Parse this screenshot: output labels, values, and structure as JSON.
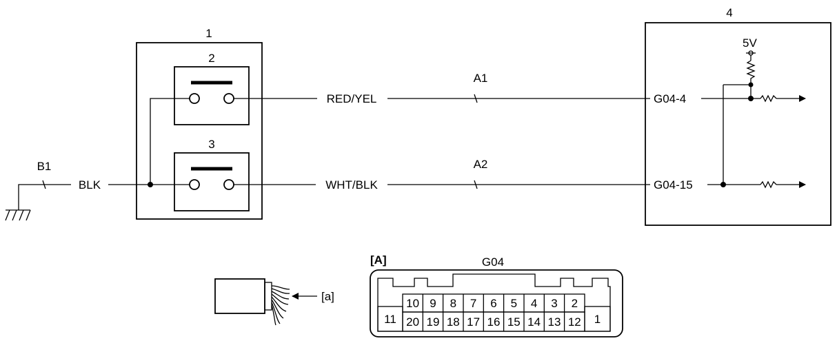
{
  "components": {
    "switch_unit": "1",
    "switch_upper": "2",
    "switch_lower": "3",
    "control_module": "4"
  },
  "wires": {
    "ground_ref": "B1",
    "ground_color": "BLK",
    "upper_ref": "A1",
    "upper_color": "RED/YEL",
    "lower_ref": "A2",
    "lower_color": "WHT/BLK"
  },
  "module": {
    "supply": "5V",
    "pin_upper": "G04-4",
    "pin_lower": "G04-15"
  },
  "connector": {
    "view_tag": "[A]",
    "name": "G04",
    "harness_tag": "[a]",
    "top_row": [
      "10",
      "9",
      "8",
      "7",
      "6",
      "5",
      "4",
      "3",
      "2"
    ],
    "bottom_row": [
      "20",
      "19",
      "18",
      "17",
      "16",
      "15",
      "14",
      "13",
      "12"
    ],
    "left_pin": "11",
    "right_pin": "1"
  }
}
